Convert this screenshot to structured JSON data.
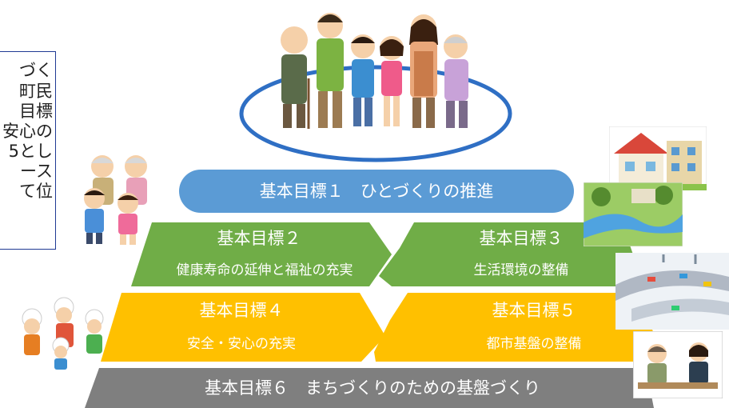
{
  "intro": {
    "lines": [
      "づく",
      "町民",
      "目標",
      "安心の",
      "5とし",
      "ース",
      "て位"
    ]
  },
  "goals": [
    {
      "heading": "基本目標１　ひとづくりの推進",
      "subtitle": ""
    },
    {
      "heading": "基本目標２",
      "subtitle": "健康寿命の延伸と福祉の充実"
    },
    {
      "heading": "基本目標３",
      "subtitle": "生活環境の整備"
    },
    {
      "heading": "基本目標４",
      "subtitle": "安全・安心の充実"
    },
    {
      "heading": "基本目標５",
      "subtitle": "都市基盤の整備"
    },
    {
      "heading": "基本目標６　まちづくりのための基盤づくり",
      "subtitle": ""
    }
  ],
  "colors": {
    "goal1": "#5b9bd5",
    "goal2_3": "#70ad47",
    "goal4_5": "#ffc000",
    "goal6": "#7f7f7f",
    "ellipse": "#2f6fc4",
    "intro_border": "#1f3a93"
  },
  "illustrations": {
    "family": "family-illustration",
    "elderly_walkers": "elderly-walkers-illustration",
    "houses": "houses-illustration",
    "river_park": "river-park-illustration",
    "highway": "highway-illustration",
    "evacuation": "evacuation-illustration",
    "consultation": "consultation-illustration"
  }
}
